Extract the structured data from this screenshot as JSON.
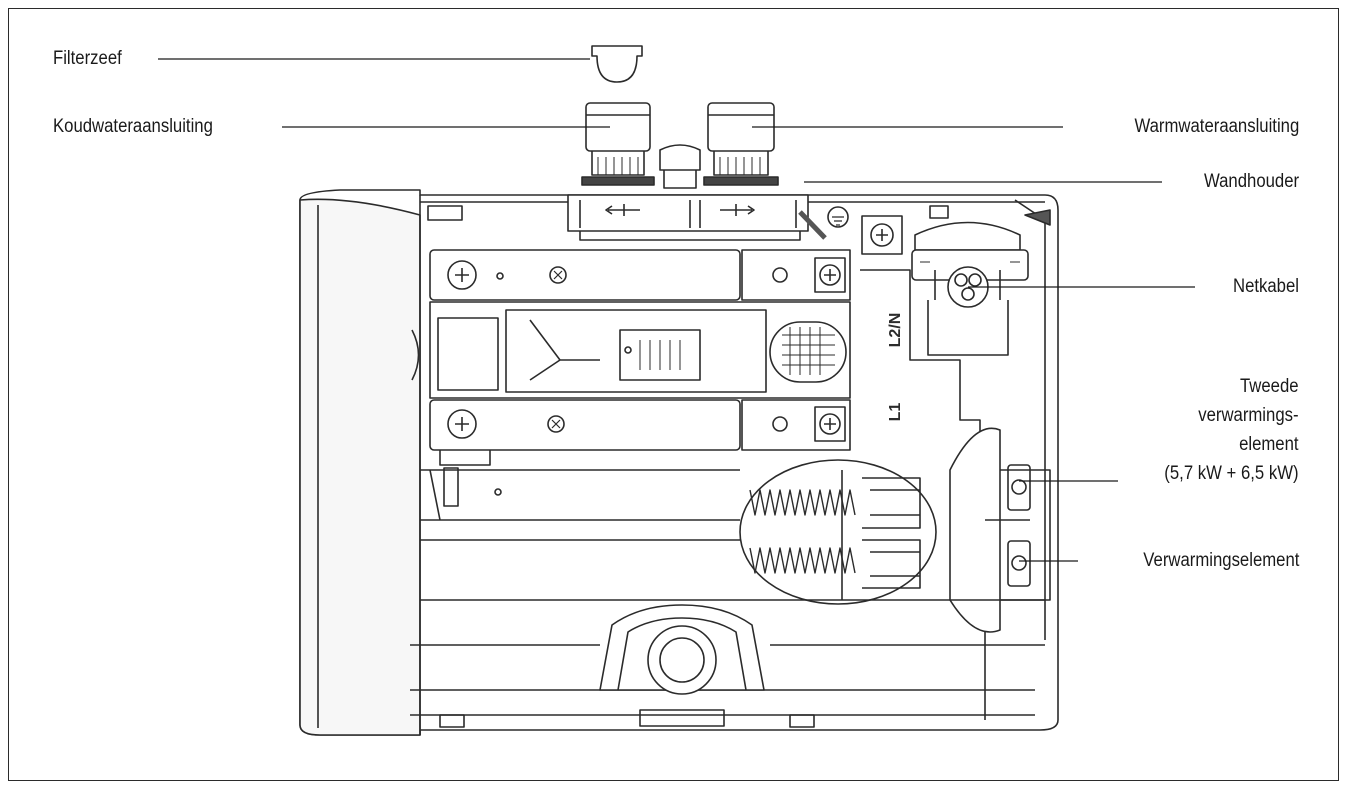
{
  "labels": {
    "filterzeef": "Filterzeef",
    "koudwater": "Koudwateraansluiting",
    "warmwater": "Warmwateraansluiting",
    "wandhouder": "Wandhouder",
    "netkabel": "Netkabel",
    "tweede_line1": "Tweede",
    "tweede_line2": "verwarmings-",
    "tweede_line3": "element",
    "tweede_line4": "(5,7 kW + 6,5 kW)",
    "verwarmingselement": "Verwarmingselement"
  },
  "terminals": {
    "l2n": "L2/N",
    "l1": "L1"
  }
}
